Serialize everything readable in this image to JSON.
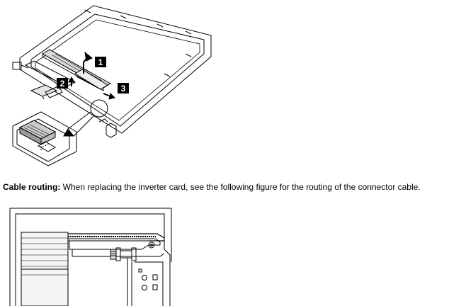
{
  "callouts": [
    "1",
    "2",
    "3"
  ],
  "caption": {
    "label": "Cable routing:",
    "text": "When replacing the inverter card, see the following figure for the routing of the connector cable."
  }
}
